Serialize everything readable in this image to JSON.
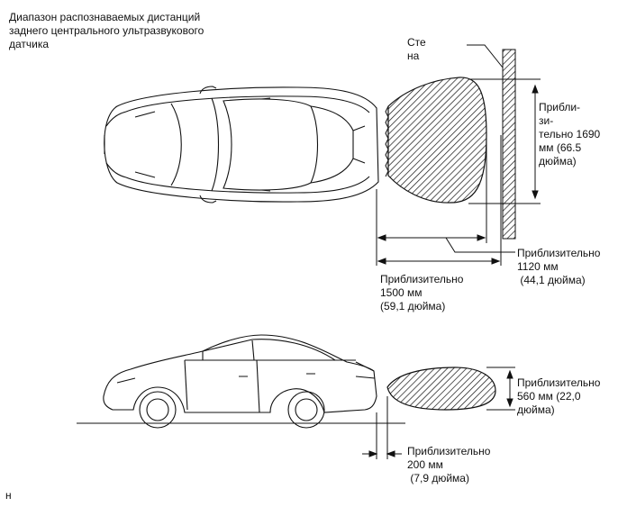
{
  "title": "Диапазон распознаваемых дистанций\nзаднего центрального ультразвукового\nдатчика",
  "labels": {
    "wall": "Сте\nна",
    "width_top": "Прибли-\nзи-\nтельно 1690\nмм (66.5\nдюйма)",
    "dist_1120": "Приблизительно\n1120 мм\n (44,1 дюйма)",
    "dist_1500": "Приблизительно\n1500 мм\n(59,1 дюйма)",
    "height_560": "Приблизительно\n560 мм (22,0\nдюйма)",
    "dist_200": "Приблизительно\n200 мм\n (7,9 дюйма)",
    "footer": "н"
  }
}
